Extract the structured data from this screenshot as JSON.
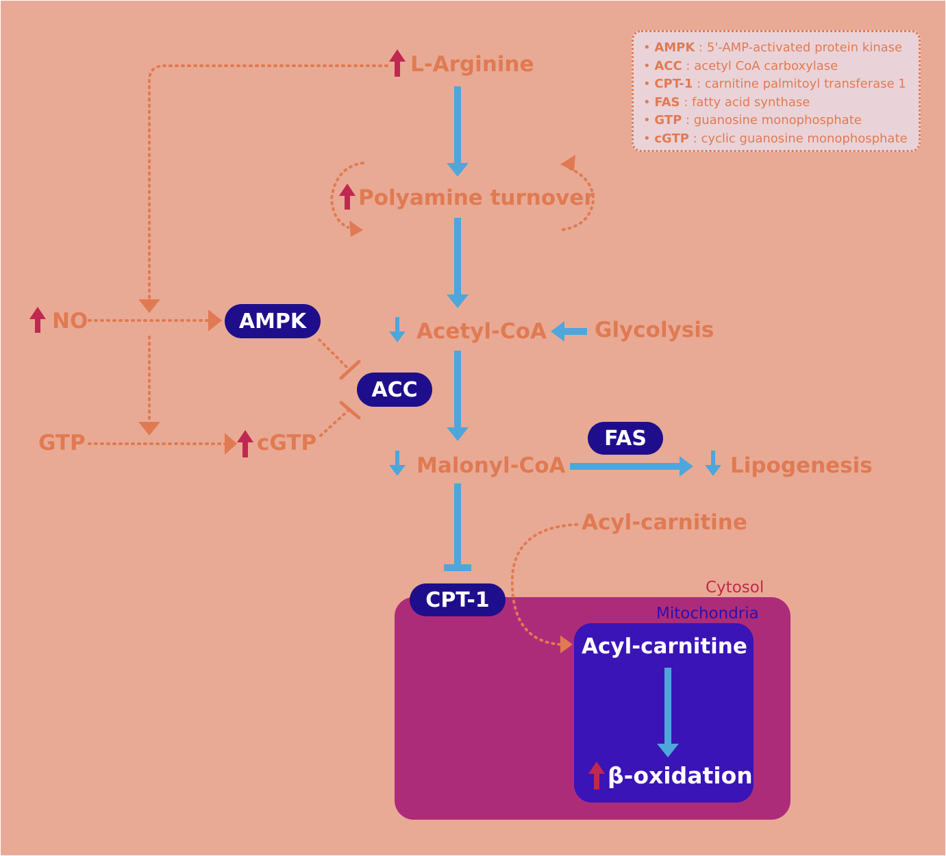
{
  "colors": {
    "background": "#e9aa95",
    "orange": "#e07a52",
    "blue_arrow": "#4ea6db",
    "up_arrow": "#c0284f",
    "enzyme_fill": "#1f0e8c",
    "cytosol_box": "#ad2c79",
    "mitochondria_box": "#3a14b6",
    "legend_fill": "#ead3d8"
  },
  "nodes": {
    "l_arginine": "L-Arginine",
    "polyamine": "Polyamine turnover",
    "no": "NO",
    "gtp": "GTP",
    "cgtp": "cGTP",
    "acetyl_coa": "Acetyl-CoA",
    "glycolysis": "Glycolysis",
    "malonyl_coa": "Malonyl-CoA",
    "lipogenesis": "Lipogenesis",
    "acyl_carnitine_cytosol": "Acyl-carnitine",
    "acyl_carnitine_mito": "Acyl-carnitine",
    "beta_oxidation": "β-oxidation"
  },
  "enzymes": {
    "ampk": "AMPK",
    "acc": "ACC",
    "fas": "FAS",
    "cpt1": "CPT-1"
  },
  "regions": {
    "cytosol": "Cytosol",
    "mitochondria": "Mitochondria"
  },
  "legend": [
    {
      "abbr": "AMPK",
      "desc": " : 5'-AMP-activated protein kinase"
    },
    {
      "abbr": "ACC",
      "desc": " : acetyl CoA carboxylase"
    },
    {
      "abbr": "CPT-1",
      "desc": " : carnitine palmitoyl transferase 1"
    },
    {
      "abbr": "FAS",
      "desc": " : fatty acid synthase"
    },
    {
      "abbr": "GTP",
      "desc": " : guanosine monophosphate"
    },
    {
      "abbr": "cGTP",
      "desc": " : cyclic guanosine monophosphate"
    }
  ],
  "icons": {
    "up": "up-arrow-icon",
    "down": "down-arrow-icon"
  }
}
